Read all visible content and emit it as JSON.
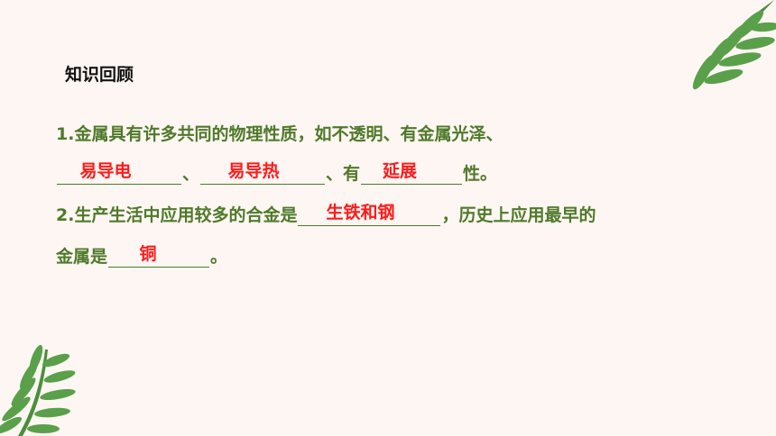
{
  "slide": {
    "heading": "知识回顾",
    "q1_prefix": "1.金属具有许多共同的物理性质，如不透明、有金属光泽、",
    "q1_answers": [
      "易导电",
      "易导热",
      "延展"
    ],
    "q1_sep1": "、",
    "q1_sep2": "、有",
    "q1_suffix": "性。",
    "q2_prefix": "2.生产生活中应用较多的合金是",
    "q2_answer1": "生铁和钢",
    "q2_mid": "，历史上应用最早的",
    "q2_prefix2": "金属是",
    "q2_answer2": "铜",
    "q2_suffix": "。"
  },
  "decoration": {
    "top_right": "fern-leaf-icon",
    "bottom_left": "fern-leaf-icon",
    "leaf_color": "#5aa04a"
  }
}
